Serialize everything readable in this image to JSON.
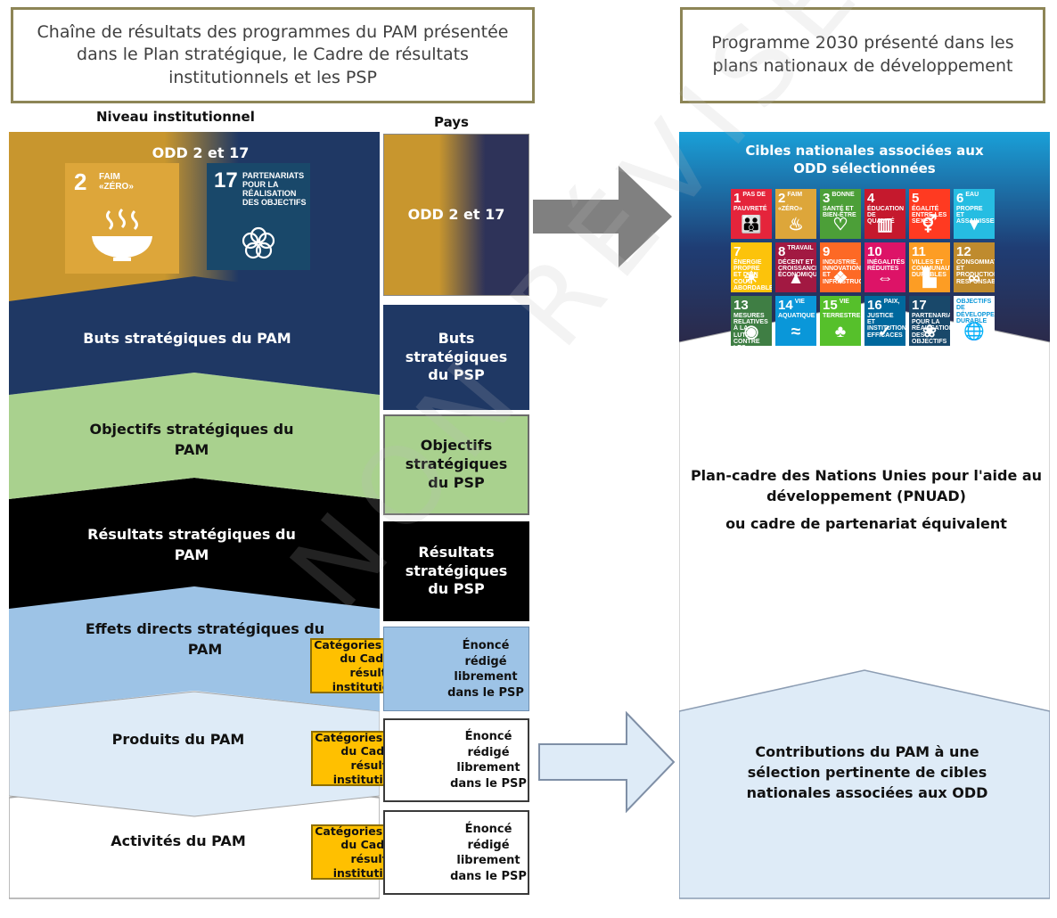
{
  "headers": {
    "left": "Chaîne de résultats des programmes du PAM présentée dans le Plan stratégique, le Cadre de résultats institutionnels et les PSP",
    "right": "Programme 2030 présenté dans les plans nationaux de développement"
  },
  "sublabels": {
    "institutional": "Niveau institutionnel",
    "country": "Pays"
  },
  "bands": {
    "odd": "ODD 2 et 17",
    "buts": "Buts stratégiques du PAM",
    "objectifs": "Objectifs stratégiques du PAM",
    "resultats": "Résultats stratégiques du PAM",
    "effets": "Effets directs stratégiques du PAM",
    "produits": "Produits du PAM",
    "activites": "Activités du PAM"
  },
  "sdg_badges": {
    "goal2": {
      "number": "2",
      "text": "FAIM «ZÉRO»"
    },
    "goal17": {
      "number": "17",
      "text": "PARTENARIATS POUR LA RÉALISATION DES OBJECTIFS"
    }
  },
  "pays": {
    "odd": "ODD 2 et 17",
    "buts": "Buts stratégiques du PSP",
    "objectifs": "Objectifs stratégiques du PSP",
    "resultats": "Résultats stratégiques du PSP"
  },
  "categories_label": "Catégories standard du Cadre de résultats institutionnels",
  "enonce_label": "Énoncé rédigé librement dans le PSP",
  "right": {
    "sdg_title": "Cibles nationales associées aux ODD sélectionnées",
    "undaf": "Plan-cadre des Nations Unies pour l'aide au développement (PNUAD)",
    "undaf_or": "ou cadre de partenariat équivalent",
    "contributions": "Contributions du PAM à une sélection pertinente de cibles nationales associées aux ODD"
  },
  "sdg_tiles": [
    {
      "n": "1",
      "t": "PAS DE PAUVRETÉ",
      "c": "#e5243b",
      "i": "👪"
    },
    {
      "n": "2",
      "t": "FAIM «ZÉRO»",
      "c": "#dda63a",
      "i": "♨"
    },
    {
      "n": "3",
      "t": "BONNE SANTÉ ET BIEN-ÊTRE",
      "c": "#4c9f38",
      "i": "♡"
    },
    {
      "n": "4",
      "t": "ÉDUCATION DE QUALITÉ",
      "c": "#c5192d",
      "i": "▥"
    },
    {
      "n": "5",
      "t": "ÉGALITÉ ENTRE LES SEXES",
      "c": "#ff3a21",
      "i": "⚥"
    },
    {
      "n": "6",
      "t": "EAU PROPRE ET ASSAINISSEMENT",
      "c": "#26bde2",
      "i": "▼"
    },
    {
      "n": "7",
      "t": "ÉNERGIE PROPRE ET D'UN COÛT ABORDABLE",
      "c": "#fcc30b",
      "i": "☀"
    },
    {
      "n": "8",
      "t": "TRAVAIL DÉCENT ET CROISSANCE ÉCONOMIQUE",
      "c": "#a21942",
      "i": "▲"
    },
    {
      "n": "9",
      "t": "INDUSTRIE, INNOVATION ET INFRASTRUCTURE",
      "c": "#fd6925",
      "i": "❖"
    },
    {
      "n": "10",
      "t": "INÉGALITÉS RÉDUITES",
      "c": "#dd1367",
      "i": "⇔"
    },
    {
      "n": "11",
      "t": "VILLES ET COMMUNAUTÉS DURABLES",
      "c": "#fd9d24",
      "i": "▙"
    },
    {
      "n": "12",
      "t": "CONSOMMATION ET PRODUCTION RESPONSABLES",
      "c": "#bf8b2e",
      "i": "∞"
    },
    {
      "n": "13",
      "t": "MESURES RELATIVES À LA LUTTE CONTRE LES CHANGEMENTS CLIMATIQUES",
      "c": "#3f7e44",
      "i": "◉"
    },
    {
      "n": "14",
      "t": "VIE AQUATIQUE",
      "c": "#0a97d9",
      "i": "≈"
    },
    {
      "n": "15",
      "t": "VIE TERRESTRE",
      "c": "#56c02b",
      "i": "♣"
    },
    {
      "n": "16",
      "t": "PAIX, JUSTICE ET INSTITUTIONS EFFICACES",
      "c": "#00689d",
      "i": "✓"
    },
    {
      "n": "17",
      "t": "PARTENARIATS POUR LA RÉALISATION DES OBJECTIFS",
      "c": "#19486a",
      "i": "❀"
    },
    {
      "n": "",
      "t": "OBJECTIFS DE DÉVELOPPEMENT DURABLE",
      "c": "#ffffff",
      "i": "🌐"
    }
  ],
  "colors": {
    "odd_gold": "#c8962e",
    "navy": "#1f3864",
    "green": "#a9d18e",
    "black": "#000000",
    "lightblue": "#9dc3e6",
    "paleblue": "#deebf7",
    "gold_box": "#ffc000",
    "header_border": "#8d8556",
    "arrow_grey": "#808080"
  },
  "watermark": "NON RÉVISÉ"
}
